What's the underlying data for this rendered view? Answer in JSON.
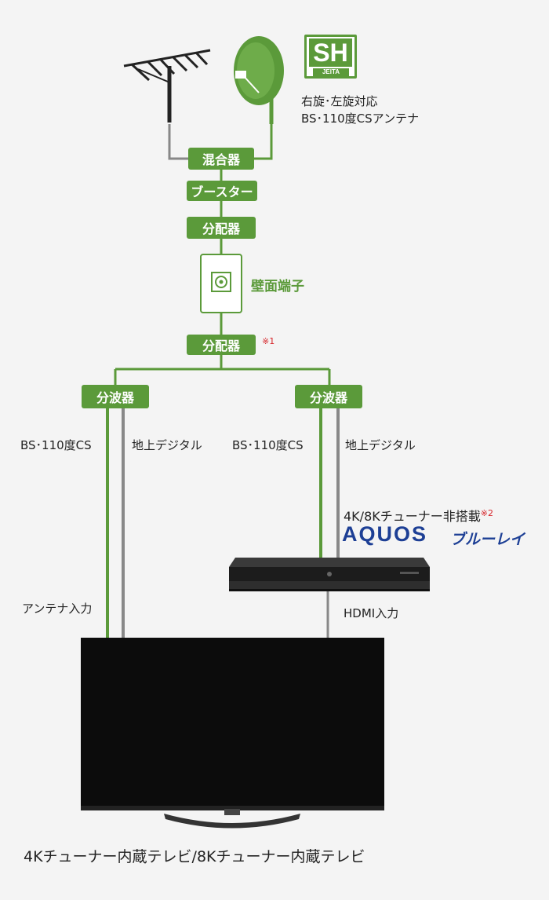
{
  "antenna_spec": {
    "logo_main": "SH",
    "logo_sub": "JEITA",
    "line1": "右旋･左旋対応",
    "line2": "BS･110度CSアンテナ"
  },
  "boxes": {
    "mixer": "混合器",
    "booster": "ブースター",
    "splitter_top": "分配器",
    "wall_outlet": "壁面端子",
    "splitter_mid": "分配器",
    "splitter_mid_note": "※1",
    "diplexer_left": "分波器",
    "diplexer_right": "分波器"
  },
  "cable_labels": {
    "left_bs": "BS･110度CS",
    "left_terrestrial": "地上デジタル",
    "right_bs": "BS･110度CS",
    "right_terrestrial": "地上デジタル",
    "antenna_input": "アンテナ入力",
    "hdmi_input": "HDMI入力"
  },
  "recorder": {
    "caption": "4K/8Kチューナー非搭載",
    "note": "※2",
    "brand": "AQUOS",
    "product": "ブルーレイ"
  },
  "tv_caption": "4Kチューナー内蔵テレビ/8Kチューナー内蔵テレビ",
  "colors": {
    "green": "#5b9a3a",
    "gray_cable": "#888888",
    "brand_blue": "#1d3f95",
    "note_red": "#d6262b"
  }
}
